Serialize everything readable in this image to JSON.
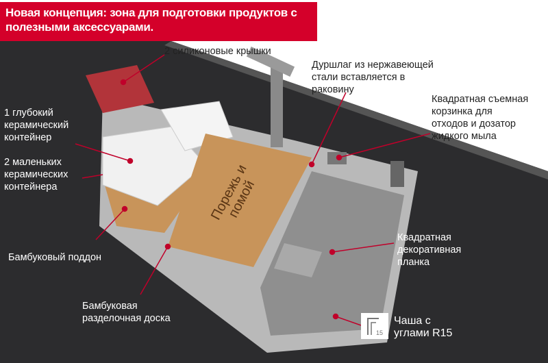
{
  "header": {
    "title": "Новая концепция: зона для подготовки продуктов с полезными аксессуарами."
  },
  "callouts": {
    "lids": "2 силиконовые крышки",
    "colander": "Дуршлаг из нержавеющей\nстали вставляется в\nраковину",
    "basket": "Квадратная съемная\nкорзинка для\nотходов и дозатор\nжидкого мыла",
    "deep_container": "1 глубокий\nкерамический\nконтейнер",
    "small_containers": "2 маленьких\nкерамических\nконтейнера",
    "bamboo_tray": "Бамбуковый поддон",
    "cutting_board": "Бамбуковая\nразделочная доска",
    "decor_plate": "Квадратная\nдекоративная\nпланка",
    "bowl": "Чаша с\nуглами R15"
  },
  "board_text": "Порежь и\nпомой",
  "r15_icon_text": "15",
  "colors": {
    "accent": "#d4002a",
    "counter": "#2b2b2d",
    "steel": "#b8b8b8",
    "bamboo": "#c8945a"
  }
}
